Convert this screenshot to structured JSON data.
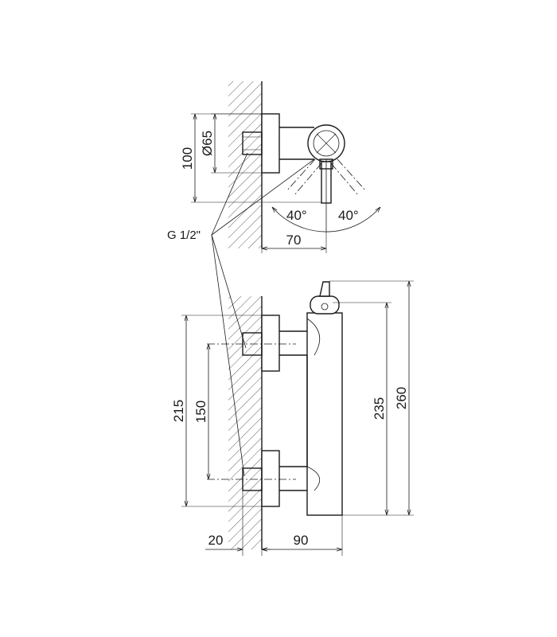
{
  "top_view": {
    "dim_height": "100",
    "dim_diameter": "Ø65",
    "dim_angle_left": "40°",
    "dim_angle_right": "40°",
    "dim_depth": "70"
  },
  "thread_label": "G 1/2\"",
  "front_view": {
    "dim_total_left": "215",
    "dim_centers": "150",
    "dim_body": "235",
    "dim_total_right": "260",
    "dim_wall": "20",
    "dim_projection": "90"
  }
}
